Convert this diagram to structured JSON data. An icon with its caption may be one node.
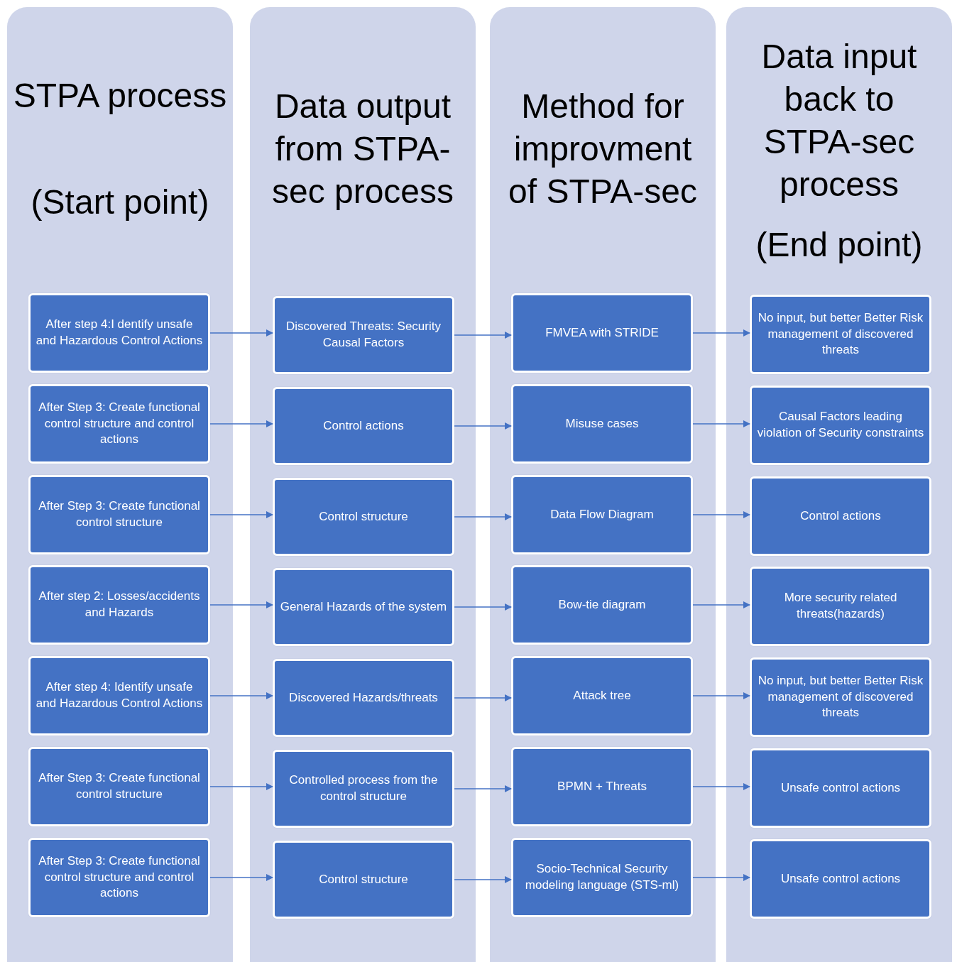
{
  "diagram": {
    "nodes": [
      {
        "text": [
          "STPA process",
          "(Start point)"
        ]
      },
      {
        "text": [
          "After step 4:I dentify unsafe and Hazardous Control Actions"
        ],
        "in": 0
      },
      {
        "text": [
          "After Step 3: Create functional control structure and control actions"
        ],
        "in": 0
      },
      {
        "text": [
          "After Step 3: Create functional control structure"
        ],
        "in": 0
      },
      {
        "text": [
          "After step 2: Losses/accidents and Hazards"
        ],
        "in": 0
      },
      {
        "text": [
          "After step 4: Identify unsafe and Hazardous Control Actions"
        ],
        "in": 0
      },
      {
        "text": [
          "After Step 3: Create functional control structure"
        ],
        "in": 0
      },
      {
        "text": [
          "After Step 3: Create functional control structure and control actions"
        ],
        "in": 0
      },
      {
        "text": [
          "Data output from STPA-sec process"
        ]
      },
      {
        "text": [
          "Discovered Threats: Security Causal Factors"
        ],
        "in": 8
      },
      {
        "text": [
          "Control actions"
        ],
        "in": 8
      },
      {
        "text": [
          "Control structure"
        ],
        "in": 8
      },
      {
        "text": [
          "General Hazards of the system"
        ],
        "in": 8
      },
      {
        "text": [
          "Discovered Hazards/threats"
        ],
        "in": 8
      },
      {
        "text": [
          "Controlled process from the control structure"
        ],
        "in": 8
      },
      {
        "text": [
          "Control structure"
        ],
        "in": 8
      },
      {
        "text": [
          "Method for improvment of STPA-sec"
        ]
      },
      {
        "text": [
          "FMVEA with STRIDE"
        ],
        "in": 16
      },
      {
        "text": [
          "Misuse cases"
        ],
        "in": 16
      },
      {
        "text": [
          "Data Flow Diagram"
        ],
        "in": 16
      },
      {
        "text": [
          "Bow-tie diagram"
        ],
        "in": 16
      },
      {
        "text": [
          "Attack tree"
        ],
        "in": 16
      },
      {
        "text": [
          "BPMN + Threats"
        ],
        "in": 16
      },
      {
        "text": [
          "Socio-Technical Security modeling language (STS-ml)"
        ],
        "in": 16
      },
      {
        "text": [
          "Data input back to STPA-sec process",
          "(End point)"
        ]
      },
      {
        "text": [
          "No input, but better Better Risk management of discovered threats"
        ],
        "in": 24
      },
      {
        "text": [
          "Causal Factors leading violation of Security constraints"
        ],
        "in": 24
      },
      {
        "text": [
          "Control actions"
        ],
        "in": 24
      },
      {
        "text": [
          "More security related threats(hazards)"
        ],
        "in": 24
      },
      {
        "text": [
          "No input, but better Better Risk management of discovered threats"
        ],
        "in": 24
      },
      {
        "text": [
          "Unsafe control actions"
        ],
        "in": 24
      },
      {
        "text": [
          "Unsafe control actions"
        ],
        "in": 24
      }
    ],
    "edges": [
      {
        "from": 1,
        "to": 9,
        "arrow": "to"
      },
      {
        "from": 9,
        "to": 17,
        "arrow": "to"
      },
      {
        "from": 17,
        "to": 25,
        "arrow": "to"
      },
      {
        "from": 2,
        "to": 10,
        "arrow": "to"
      },
      {
        "from": 10,
        "to": 18,
        "arrow": "to"
      },
      {
        "from": 18,
        "to": 26,
        "arrow": "to"
      },
      {
        "from": 3,
        "to": 11,
        "arrow": "to"
      },
      {
        "from": 11,
        "to": 19,
        "arrow": "to"
      },
      {
        "from": 19,
        "to": 27,
        "arrow": "to"
      },
      {
        "from": 4,
        "to": 12,
        "arrow": "to"
      },
      {
        "from": 12,
        "to": 20,
        "arrow": "to"
      },
      {
        "from": 20,
        "to": 28,
        "arrow": "to"
      },
      {
        "from": 5,
        "to": 13,
        "arrow": "to"
      },
      {
        "from": 13,
        "to": 21,
        "arrow": "to"
      },
      {
        "from": 21,
        "to": 29,
        "arrow": "to"
      },
      {
        "from": 6,
        "to": 14,
        "arrow": "to"
      },
      {
        "from": 14,
        "to": 22,
        "arrow": "to"
      },
      {
        "from": 22,
        "to": 30,
        "arrow": "to"
      },
      {
        "from": 7,
        "to": 15,
        "arrow": "to"
      },
      {
        "from": 15,
        "to": 23,
        "arrow": "to"
      },
      {
        "from": 23,
        "to": 31,
        "arrow": "to"
      }
    ]
  }
}
